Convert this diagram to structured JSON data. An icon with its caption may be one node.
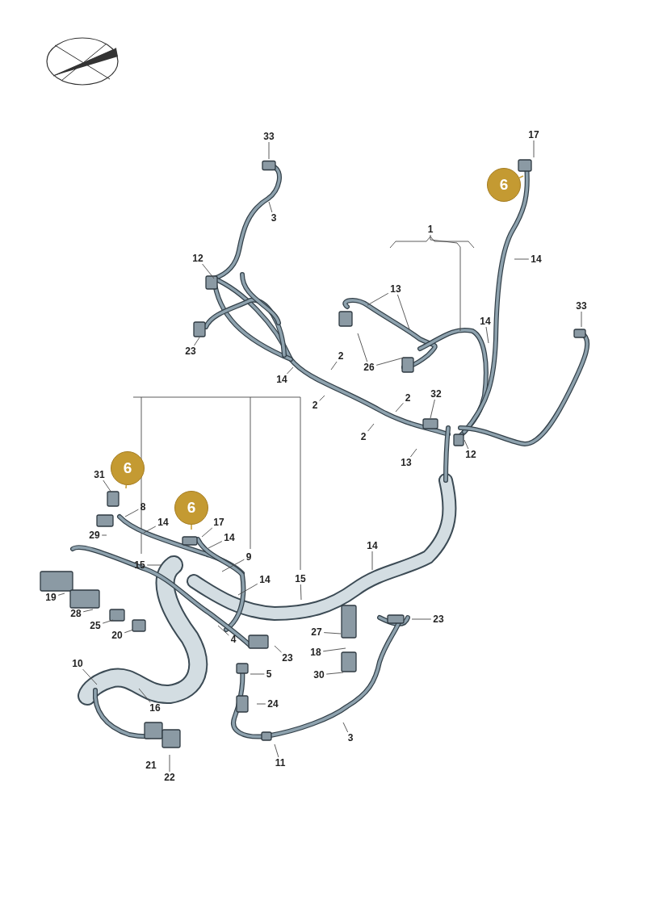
{
  "diagram": {
    "nodes": [
      {
        "text": [
          "33"
        ]
      },
      {
        "text": [
          "3"
        ]
      },
      {
        "text": [
          "12"
        ]
      },
      {
        "text": [
          "23"
        ]
      },
      {
        "text": [
          "13"
        ]
      },
      {
        "text": [
          "26"
        ]
      },
      {
        "text": [
          "1"
        ]
      },
      {
        "text": [
          "17"
        ]
      },
      {
        "text": [
          "6"
        ]
      },
      {
        "text": [
          "14"
        ]
      },
      {
        "text": [
          "14"
        ]
      },
      {
        "text": [
          "33"
        ]
      },
      {
        "text": [
          "2"
        ]
      },
      {
        "text": [
          "14"
        ]
      },
      {
        "text": [
          "2"
        ]
      },
      {
        "text": [
          "2"
        ]
      },
      {
        "text": [
          "32"
        ]
      },
      {
        "text": [
          "2"
        ]
      },
      {
        "text": [
          "13"
        ]
      },
      {
        "text": [
          "12"
        ]
      },
      {
        "text": [
          "6"
        ]
      },
      {
        "text": [
          "31"
        ]
      },
      {
        "text": [
          "8"
        ]
      },
      {
        "text": [
          "14"
        ]
      },
      {
        "text": [
          "29"
        ]
      },
      {
        "text": [
          "6"
        ]
      },
      {
        "text": [
          "17"
        ]
      },
      {
        "text": [
          "14"
        ]
      },
      {
        "text": [
          "15"
        ]
      },
      {
        "text": [
          "9"
        ]
      },
      {
        "text": [
          "14"
        ]
      },
      {
        "text": [
          "15"
        ]
      },
      {
        "text": [
          "14"
        ]
      },
      {
        "text": [
          "19"
        ]
      },
      {
        "text": [
          "28"
        ]
      },
      {
        "text": [
          "25"
        ]
      },
      {
        "text": [
          "20"
        ]
      },
      {
        "text": [
          "4"
        ]
      },
      {
        "text": [
          "23"
        ]
      },
      {
        "text": [
          "27"
        ]
      },
      {
        "text": [
          "18"
        ]
      },
      {
        "text": [
          "30"
        ]
      },
      {
        "text": [
          "23"
        ]
      },
      {
        "text": [
          "5"
        ]
      },
      {
        "text": [
          "24"
        ]
      },
      {
        "text": [
          "3"
        ]
      },
      {
        "text": [
          "10"
        ]
      },
      {
        "text": [
          "16"
        ]
      },
      {
        "text": [
          "11"
        ]
      },
      {
        "text": [
          "22"
        ]
      }
    ],
    "edges": [
      {
        "from": 0,
        "to": null,
        "arrow": "none"
      },
      {
        "from": 1,
        "to": null,
        "arrow": "none"
      },
      {
        "from": 2,
        "to": null,
        "arrow": "none"
      },
      {
        "from": 3,
        "to": null,
        "arrow": "none"
      },
      {
        "from": 4,
        "to": null,
        "arrow": "none"
      },
      {
        "from": 4,
        "to": null,
        "arrow": "none"
      },
      {
        "from": 5,
        "to": null,
        "arrow": "none"
      },
      {
        "from": 5,
        "to": null,
        "arrow": "none"
      },
      {
        "from": 6,
        "to": null,
        "arrow": "none"
      },
      {
        "from": 7,
        "to": null,
        "arrow": "none"
      },
      {
        "from": 8,
        "to": null,
        "arrow": "none",
        "color": "#c9a23c"
      },
      {
        "from": 9,
        "to": null,
        "arrow": "none"
      },
      {
        "from": 10,
        "to": null,
        "arrow": "none"
      },
      {
        "from": 11,
        "to": null,
        "arrow": "none"
      },
      {
        "from": 12,
        "to": null,
        "arrow": "none"
      },
      {
        "from": 13,
        "to": null,
        "arrow": "none"
      },
      {
        "from": 14,
        "to": null,
        "arrow": "none"
      },
      {
        "from": 15,
        "to": null,
        "arrow": "none"
      },
      {
        "from": 16,
        "to": null,
        "arrow": "none"
      },
      {
        "from": 17,
        "to": null,
        "arrow": "none"
      },
      {
        "from": 18,
        "to": null,
        "arrow": "none"
      },
      {
        "from": 19,
        "to": null,
        "arrow": "none"
      },
      {
        "from": 20,
        "to": null,
        "arrow": "none",
        "color": "#c9a23c"
      },
      {
        "from": 21,
        "to": null,
        "arrow": "none"
      },
      {
        "from": 22,
        "to": null,
        "arrow": "none"
      },
      {
        "from": 23,
        "to": null,
        "arrow": "none"
      },
      {
        "from": 24,
        "to": null,
        "arrow": "none"
      },
      {
        "from": 25,
        "to": null,
        "arrow": "none",
        "color": "#c9a23c"
      },
      {
        "from": 26,
        "to": null,
        "arrow": "none"
      },
      {
        "from": 27,
        "to": null,
        "arrow": "none"
      },
      {
        "from": 28,
        "to": null,
        "arrow": "none"
      },
      {
        "from": 29,
        "to": null,
        "arrow": "none"
      },
      {
        "from": 30,
        "to": null,
        "arrow": "none"
      },
      {
        "from": 31,
        "to": null,
        "arrow": "none"
      },
      {
        "from": 32,
        "to": null,
        "arrow": "none"
      },
      {
        "from": 33,
        "to": null,
        "arrow": "none"
      },
      {
        "from": 34,
        "to": null,
        "arrow": "none"
      },
      {
        "from": 35,
        "to": null,
        "arrow": "none"
      },
      {
        "from": 36,
        "to": null,
        "arrow": "none"
      },
      {
        "from": 37,
        "to": null,
        "arrow": "none"
      },
      {
        "from": 38,
        "to": null,
        "arrow": "none"
      },
      {
        "from": 39,
        "to": null,
        "arrow": "none"
      },
      {
        "from": 40,
        "to": null,
        "arrow": "none"
      },
      {
        "from": 41,
        "to": null,
        "arrow": "none"
      },
      {
        "from": 42,
        "to": null,
        "arrow": "none"
      },
      {
        "from": 43,
        "to": null,
        "arrow": "none"
      },
      {
        "from": 44,
        "to": null,
        "arrow": "none"
      },
      {
        "from": 45,
        "to": null,
        "arrow": "none"
      },
      {
        "from": 46,
        "to": null,
        "arrow": "none"
      },
      {
        "from": 47,
        "to": null,
        "arrow": "none"
      },
      {
        "from": 48,
        "to": null,
        "arrow": "none"
      },
      {
        "from": 49,
        "to": null,
        "arrow": "none"
      }
    ],
    "labels": [
      "21"
    ]
  }
}
